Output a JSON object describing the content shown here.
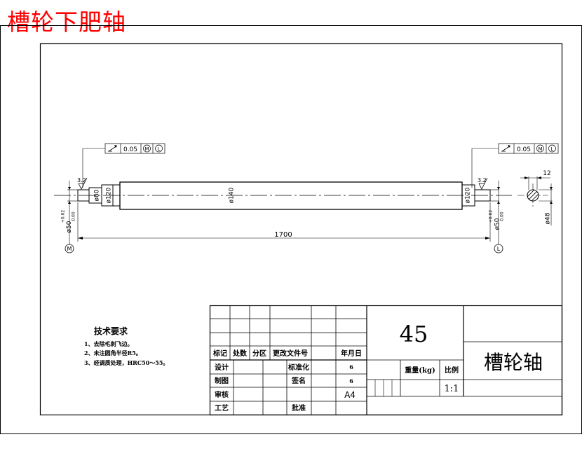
{
  "page_title": "槽轮下肥轴",
  "drawing": {
    "length_dim": "1700",
    "dia_140": "ø140",
    "dia_120_left": "ø120",
    "dia_120_right": "ø120",
    "dia_80": "ø80",
    "left_journal_dia": "ø50",
    "left_journal_tol_upper": "+0.02",
    "left_journal_tol_lower": "0.00",
    "right_journal_dia": "ø50",
    "right_journal_tol_upper": "+0.02",
    "right_journal_tol_lower": "0.00",
    "roughness_left": "3.2",
    "roughness_right": "3.2",
    "datum_left": "M",
    "datum_right": "L",
    "fcf_left": {
      "tolerance": "0.05",
      "modifier": "M",
      "datum": "L"
    },
    "fcf_right": {
      "tolerance": "0.05",
      "modifier": "M",
      "datum": "L"
    },
    "section_width": "12",
    "section_dia": "ø48"
  },
  "notes": {
    "heading": "技术要求",
    "items": [
      "1、去除毛刺飞边。",
      "2、未注圆角半径R5。",
      "3、经调质处理，HRC50～55。"
    ]
  },
  "title_block": {
    "material": "45",
    "part_name": "槽轮轴",
    "labels": {
      "mark": "标记",
      "count": "处数",
      "zone": "分区",
      "change_doc": "更改文件号",
      "date": "年月日",
      "design": "设计",
      "standardize": "标准化",
      "draft": "制图",
      "sign": "签名",
      "review": "审核",
      "process": "工艺",
      "approve": "批准",
      "weight": "重量(kg)",
      "scale": "比例"
    },
    "standardize_value": "6",
    "sign_value": "6",
    "paper_size": "A4",
    "scale_value": "1:1"
  }
}
